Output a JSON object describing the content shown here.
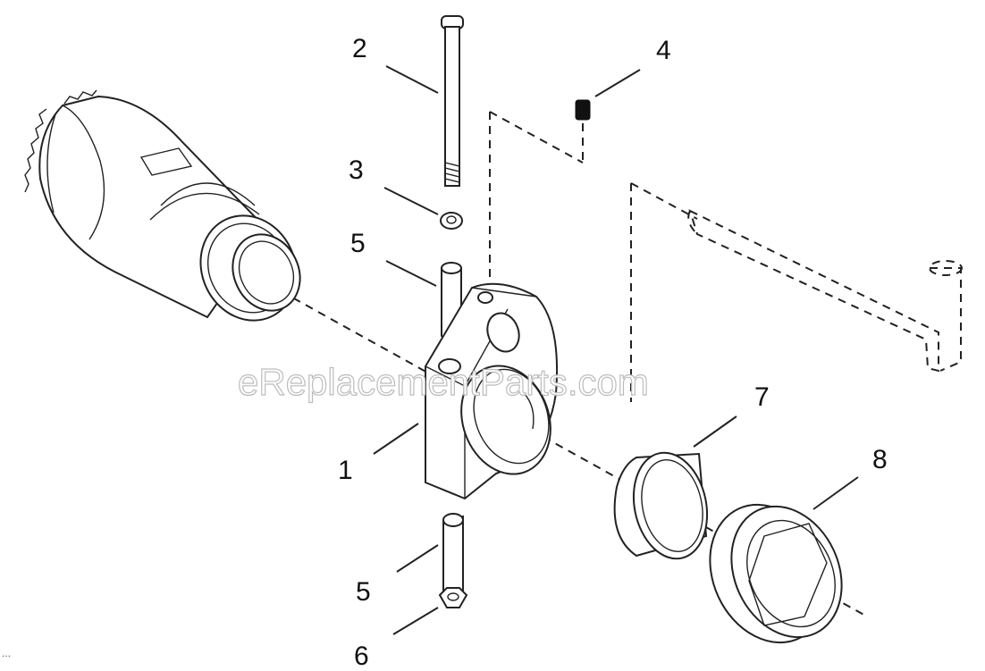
{
  "diagram": {
    "callouts": [
      {
        "id": "1",
        "text": "1"
      },
      {
        "id": "2",
        "text": "2"
      },
      {
        "id": "3",
        "text": "3"
      },
      {
        "id": "4",
        "text": "4"
      },
      {
        "id": "5a",
        "text": "5"
      },
      {
        "id": "5b",
        "text": "5"
      },
      {
        "id": "6",
        "text": "6"
      },
      {
        "id": "7",
        "text": "7"
      },
      {
        "id": "8",
        "text": "8"
      }
    ],
    "watermark": "eReplacementParts.com",
    "corner_mark": "..."
  }
}
